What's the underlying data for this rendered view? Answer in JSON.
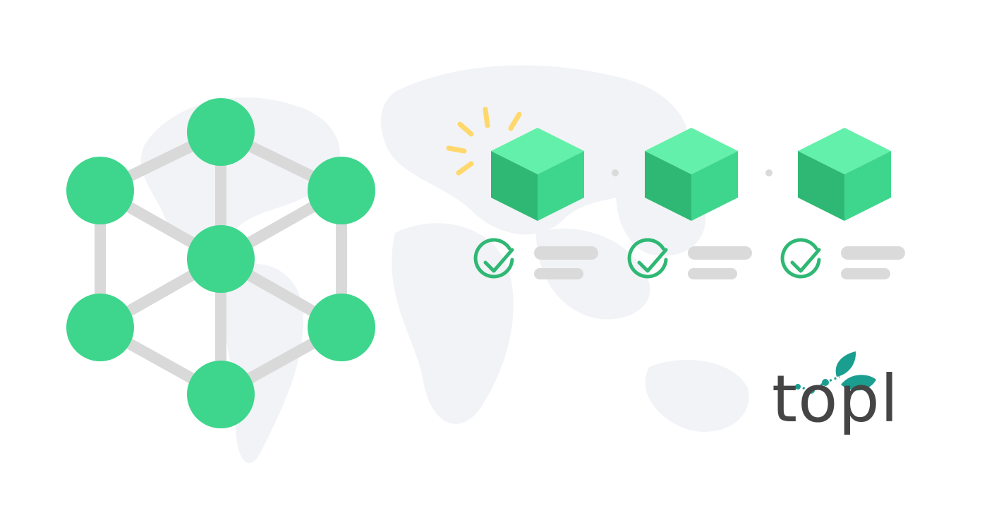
{
  "brand": {
    "logo_text": "topl",
    "logo_leaf_color": "#1a9e8f"
  },
  "colors": {
    "node": "#3dd68c",
    "edge": "#d9d9d9",
    "cube_top": "#63f0aa",
    "cube_left": "#2fb874",
    "cube_right": "#3dd68c",
    "check": "#2fb874",
    "placeholder_bar": "#dadada",
    "sparkle": "#ffd86b",
    "map": "#f1f3f6"
  },
  "network": {
    "nodes": [
      "top",
      "upper-left",
      "upper-right",
      "center",
      "lower-left",
      "lower-right",
      "bottom"
    ],
    "edges": [
      [
        "top",
        "upper-left"
      ],
      [
        "top",
        "upper-right"
      ],
      [
        "top",
        "center"
      ],
      [
        "upper-left",
        "center"
      ],
      [
        "upper-right",
        "center"
      ],
      [
        "upper-left",
        "lower-left"
      ],
      [
        "upper-right",
        "lower-right"
      ],
      [
        "center",
        "lower-left"
      ],
      [
        "center",
        "lower-right"
      ],
      [
        "center",
        "bottom"
      ],
      [
        "lower-left",
        "bottom"
      ],
      [
        "lower-right",
        "bottom"
      ]
    ]
  },
  "chain": {
    "blocks": [
      {
        "id": "block-1",
        "verified": true,
        "highlighted": true
      },
      {
        "id": "block-2",
        "verified": true,
        "highlighted": false
      },
      {
        "id": "block-3",
        "verified": true,
        "highlighted": false
      }
    ]
  }
}
